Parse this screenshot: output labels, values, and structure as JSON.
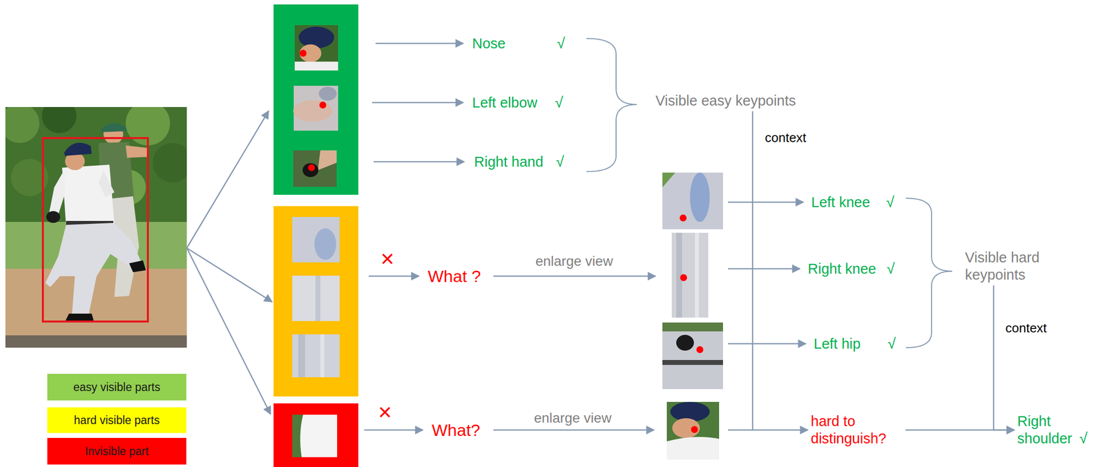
{
  "diagram": {
    "nodes": [
      {
        "text": [
          "Nose",
          "√"
        ]
      },
      {
        "text": [
          "Left elbow",
          "√"
        ]
      },
      {
        "text": [
          "Right hand",
          "√"
        ]
      },
      {
        "text": [
          "Visible easy keypoints"
        ]
      },
      {
        "text": [
          "What ?"
        ]
      },
      {
        "text": [
          "Left knee",
          "√"
        ]
      },
      {
        "text": [
          "Right knee",
          "√"
        ]
      },
      {
        "text": [
          "Left hip",
          "√"
        ]
      },
      {
        "text": [
          "Visible hard keypoints"
        ]
      },
      {
        "text": [
          "What?"
        ]
      },
      {
        "text": [
          "hard to distinguish?"
        ]
      },
      {
        "text": [
          "Right shoulder",
          "√"
        ]
      }
    ],
    "edges": [
      {
        "from": 3,
        "to": 10,
        "arrow": "to",
        "label": "context"
      },
      {
        "from": 8,
        "to": 11,
        "arrow": "to",
        "label": "context"
      },
      {
        "from": 10,
        "to": 11,
        "arrow": "to"
      }
    ],
    "labels": [
      "✕",
      "enlarge view",
      "✕",
      "enlarge view"
    ],
    "legend": [
      {
        "text": "easy visible parts",
        "color": "#92d050"
      },
      {
        "text": "hard visible parts",
        "color": "#ffff00"
      },
      {
        "text": "Invisible part",
        "color": "#ff0000"
      }
    ]
  }
}
